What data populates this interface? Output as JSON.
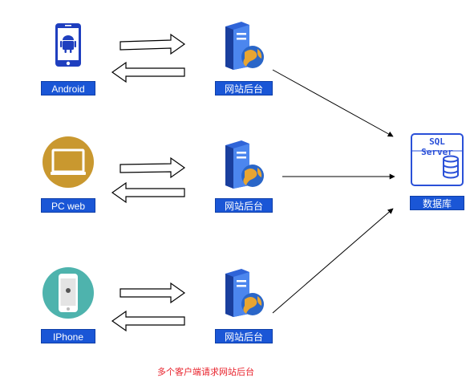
{
  "clients": [
    {
      "label": "Android",
      "icon": "android-phone-icon"
    },
    {
      "label": "PC web",
      "icon": "monitor-icon"
    },
    {
      "label": "IPhone",
      "icon": "iphone-icon"
    }
  ],
  "servers": [
    {
      "label": "网站后台",
      "icon": "server-globe-icon"
    },
    {
      "label": "网站后台",
      "icon": "server-globe-icon"
    },
    {
      "label": "网站后台",
      "icon": "server-globe-icon"
    }
  ],
  "database": {
    "label": "数据库",
    "title": "SQL Server",
    "icon": "database-icon"
  },
  "caption": "多个客户端请求网站后台",
  "colors": {
    "label_bg": "#1a56d6",
    "caption": "#e8202a",
    "db_stroke": "#2a50d8",
    "monitor": "#c9982f",
    "iphone": "#4eb3ad"
  }
}
